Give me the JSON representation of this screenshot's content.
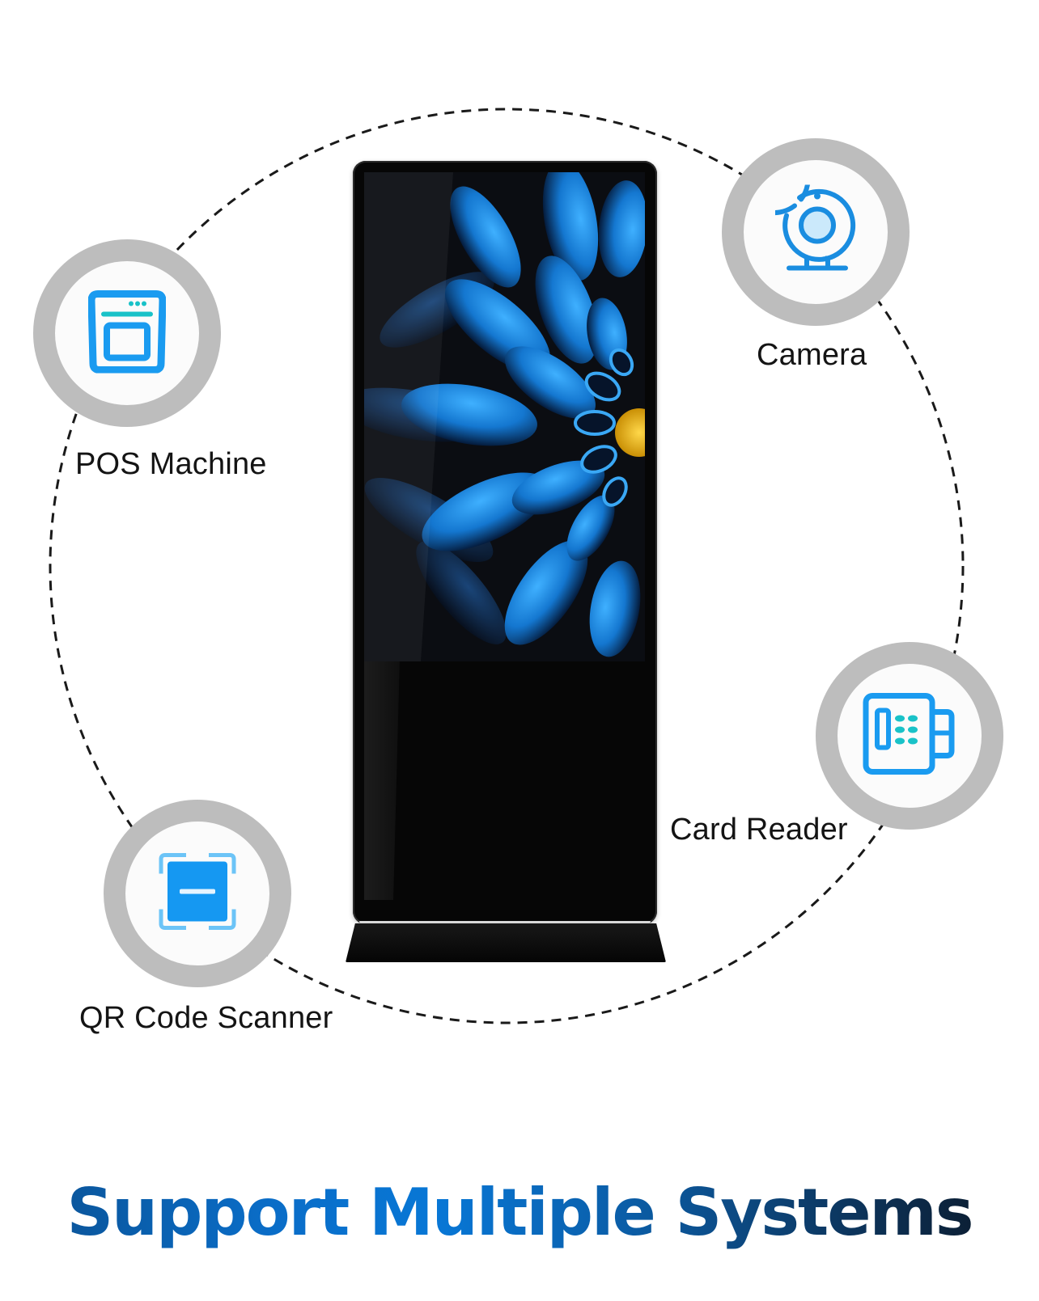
{
  "headline": "Support Multiple Systems",
  "colors": {
    "icon_blue": "#1a9bf0",
    "icon_teal": "#19c2c8",
    "ring_grey": "#bdbdbd",
    "dashed_line": "#1a1a1a",
    "kiosk_black": "#060606",
    "flower_blue": "#1f8fe0",
    "flower_center": "#f0c018"
  },
  "center_device": {
    "name": "Floor-standing digital signage kiosk",
    "screen_content": "blue dahlia flower on black background"
  },
  "features": [
    {
      "id": "pos",
      "label": "POS Machine",
      "icon": "pos-machine-icon"
    },
    {
      "id": "camera",
      "label": "Camera",
      "icon": "webcam-icon"
    },
    {
      "id": "card",
      "label": "Card Reader",
      "icon": "card-reader-icon"
    },
    {
      "id": "qr",
      "label": "QR Code Scanner",
      "icon": "qr-scanner-icon"
    }
  ]
}
